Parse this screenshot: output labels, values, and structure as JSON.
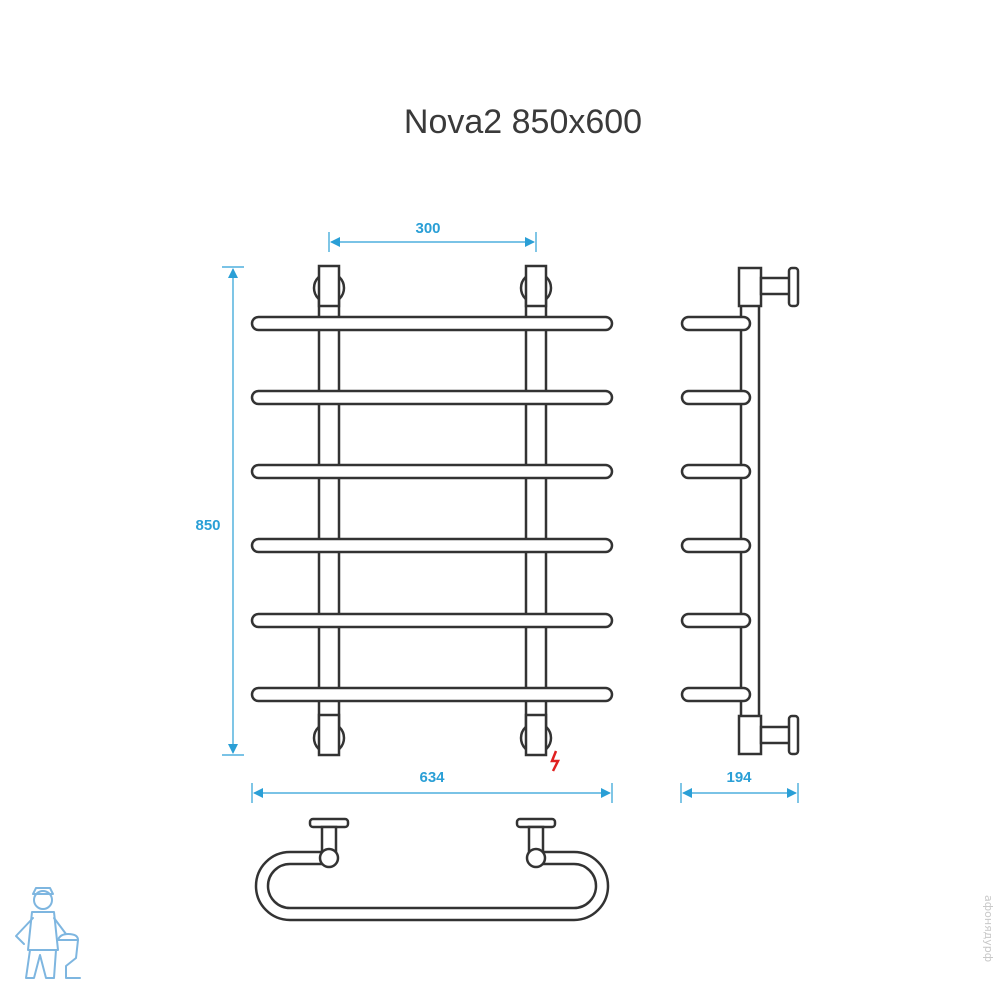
{
  "title": "Nova2 850x600",
  "colors": {
    "dimension": "#2a9fd6",
    "outline": "#333333",
    "heater": "#e02020",
    "mascot": "#7eb6e0"
  },
  "dimensions": {
    "top_spacing": "300",
    "height": "850",
    "width": "634",
    "depth": "194"
  },
  "icons": {
    "heater": "lightning-bolt-icon",
    "logo": "plumber-mascot-logo"
  },
  "watermark": "афонядурф"
}
